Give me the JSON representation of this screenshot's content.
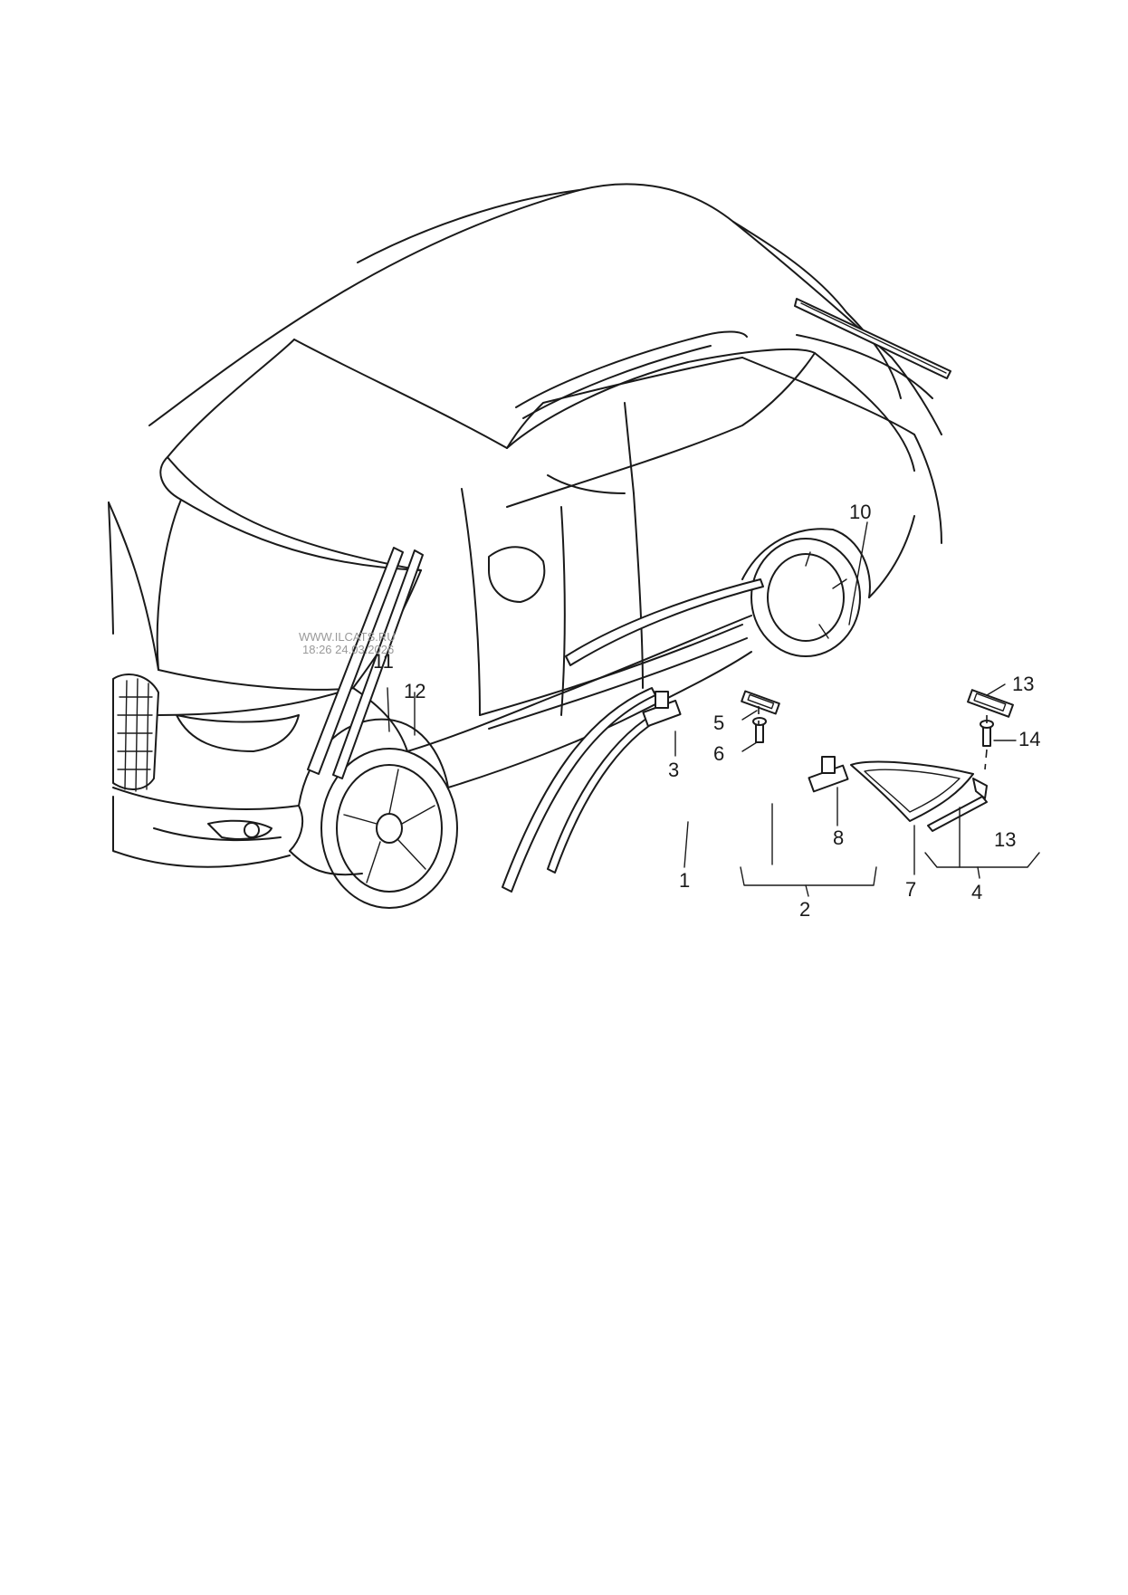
{
  "watermark": {
    "site": "WWW.ILCATS.RU",
    "stamp": "18:26 24.03.2026"
  },
  "callouts": {
    "c1": "1",
    "c2": "2",
    "c3": "3",
    "c4": "4",
    "c5": "5",
    "c6": "6",
    "c7": "7",
    "c8": "8",
    "c10": "10",
    "c11": "11",
    "c12": "12",
    "c13a": "13",
    "c13b": "13",
    "c14": "14"
  }
}
